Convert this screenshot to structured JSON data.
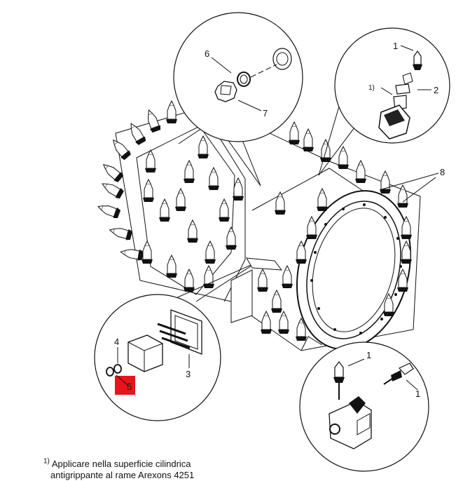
{
  "diagram": {
    "callouts": {
      "c1_top": "1",
      "c2": "2",
      "c1_note": "1)",
      "c6": "6",
      "c7": "7",
      "c8": "8",
      "c4": "4",
      "c5": "5",
      "c3": "3",
      "c1_bottom_a": "1",
      "c1_bottom_b": "1"
    },
    "highlight_color": "#e8141c",
    "footnote": {
      "marker": "1)",
      "line1": "Applicare nella superficie cilindrica",
      "line2": "antigrippante al rame Arexons 4251"
    }
  }
}
